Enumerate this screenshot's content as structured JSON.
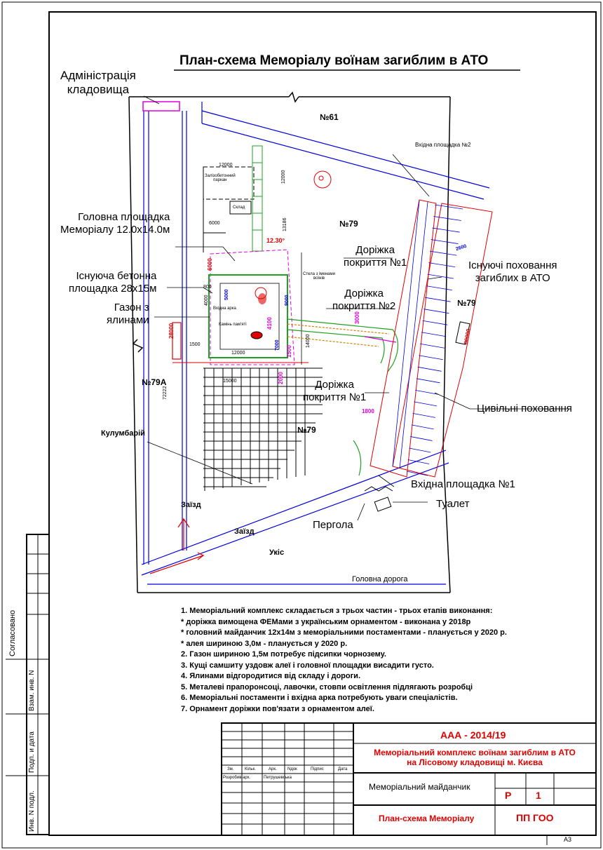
{
  "title": "План-схема Меморіалу воїнам загиблим в  АТО",
  "labels": {
    "admin": [
      "Адміністрація",
      "кладовища"
    ],
    "main_square": [
      "Головна площадка",
      "Меморіалу 12.0х14.0м"
    ],
    "concrete_square": [
      "Існуюча бетонна",
      "площадка 28х15м"
    ],
    "lawn": [
      "Газон з",
      "ялинами"
    ],
    "path1_top": [
      "Доріжка",
      "покриття №1"
    ],
    "path2": [
      "Доріжка",
      "покриття №2"
    ],
    "path1_bottom": [
      "Доріжка",
      "покриття №1"
    ],
    "existing_graves": [
      "Існуючі поховання",
      "загиблих в  АТО"
    ],
    "civil_graves": "Цивільні поховання",
    "entrance1": "Вхідна площадка №1",
    "toilet": "Туалет",
    "pergola": "Пергола",
    "columbarium": "Кулумбарій",
    "entrance_left": "Заїзд",
    "entrance_bottom": "Заїзд",
    "ukis": "Укіс",
    "main_road": "Головна дорога",
    "entrance2": "Вхідна площадка №2",
    "fence": [
      "Залізобетонний",
      "паркан"
    ],
    "warehouse": "Склад",
    "stele": [
      "Стела з іменами",
      "воїнів"
    ],
    "entrance_arch": "Вхідна арка",
    "stone_memory": "Камінь пам'яті"
  },
  "lots": {
    "n61": "№61",
    "n79_top": "№79",
    "n79_right": "№79",
    "n79_mid": "№79",
    "n79a": "№79А"
  },
  "dims": {
    "d12000_top": "12000",
    "d12000_v": "12000",
    "d6000": "6000",
    "d13186": "13186",
    "d1230": "12.30°",
    "d28000": "28000",
    "d72222": "72222",
    "d15000": "15000",
    "d12000_b": "12000",
    "d1500_l": "1500",
    "d14000": "14000",
    "d3000": "3000",
    "d2000": "2000",
    "d1500": "1500",
    "d7000": "7000",
    "d4100": "4100",
    "d1800": "1800",
    "d5000": "5000",
    "d4000": "4000",
    "d6000_r": "6000",
    "d2600": "2600",
    "d80000": "80000",
    "d9000": "9000",
    "d800": "800"
  },
  "notes": [
    "1. Меморіальний комплекс складається з трьох частин - трьох етапів виконання:",
    "  *  доріжка вимощена ФЕМами з українським орнаментом -  виконана у 2018р",
    "  *  головний майданчик 12х14м з меморіальними постаментами -  планується у 2020 р.",
    "   *  алея шириною 3,0м  -  планується у 2020 р.",
    "2. Газон шириною 1,5м потребує підсипки чорнозему.",
    "3. Кущі самшиту уздовж алеї і головної площадки висадити густо.",
    "4. Ялинами відгородитися від складу і дороги.",
    "5. Металеві прапоронсоці, лавочки, стовпи освітлення  підлягають розробці",
    "6. Меморіальні постаменти і вхідна арка потребують уваги спеціалістів.",
    "7. Орнамент доріжки пов'язати з орнаментом алеї."
  ],
  "title_block": {
    "code": "ААА - 2014/19",
    "project": [
      "Меморіальний комплекс воїнам загиблим в АТО",
      "на Лісовому кладовищі м. Києва"
    ],
    "sheet_name": "Меморіальний майданчик",
    "drawing_name": "План-схема Меморіалу",
    "stage": "Р",
    "sheet": "1",
    "org": "ПП  ГОО",
    "cols": [
      "Зм.",
      "Кільк.",
      "Арк.",
      "Nдок",
      "Підпис",
      "Дата"
    ],
    "developed_label": "Розробив арх.",
    "developer": "Петрушевська",
    "format": "А3"
  },
  "side_stamps": [
    "Согласовано",
    "Взам. инв. N",
    "Подп. и дата",
    "Инв. N подл."
  ],
  "colors": {
    "red": "#e00000",
    "blue": "#0000e0",
    "green": "#20a020",
    "magenta": "#e000e0",
    "orange": "#d08000"
  }
}
